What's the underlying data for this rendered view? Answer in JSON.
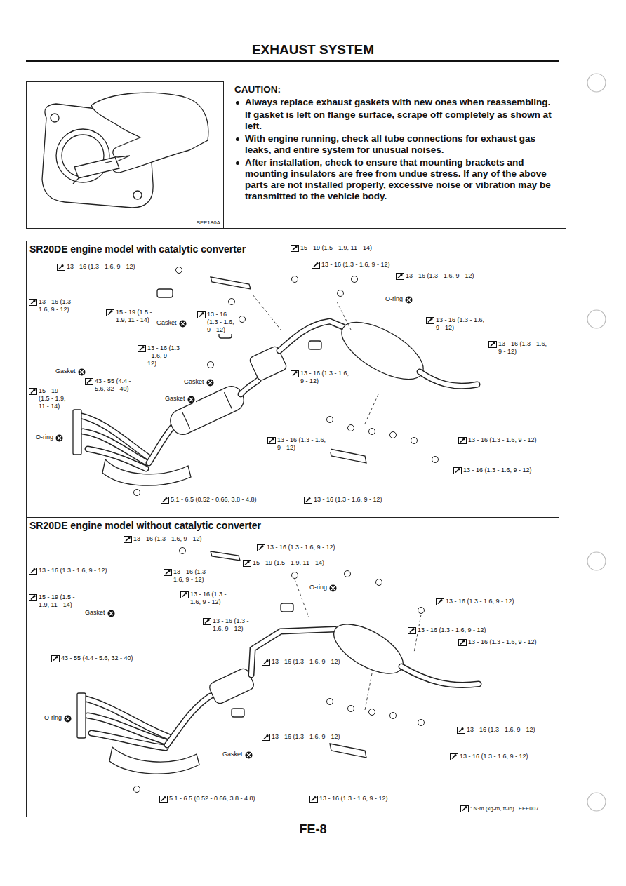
{
  "diagram": {
    "title": "EXHAUST SYSTEM",
    "nodes": [
      {
        "text": [
          "CAUTION:",
          "Always replace exhaust gaskets with new ones when reassembling.",
          "If gasket is left on flange surface, scrape off completely as shown at left.",
          "With engine running, check all tube connections for exhaust gas leaks, and entire system for unusual noises.",
          "After installation, check to ensure that mounting brackets and mounting insulators are free from undue stress. If any of the above parts are not installed properly, excessive noise or vibration may be transmitted to the vehicle body."
        ]
      },
      {
        "text": [
          "SFE180A"
        ],
        "in": 0
      },
      {
        "text": [
          "SR20DE engine model with catalytic converter"
        ]
      },
      {
        "text": [
          "SR20DE engine model without catalytic converter"
        ]
      }
    ],
    "labels": [
      "15 - 19 (1.5 - 1.9, 11 - 14)",
      "13 - 16 (1.3 - 1.6, 9 - 12)",
      "13 - 16 (1.3 - 1.6, 9 - 12)",
      "13 - 16 (1.3 - 1.6, 9 - 12)",
      "O-ring",
      "13 - 16 (1.3 - 1.6, 9 - 12)",
      "15 - 19 (1.5 - 1.9, 11 - 14)",
      "Gasket",
      "13 - 16 (1.3 - 1.6, 9 - 12)",
      "13 - 16 (1.3 - 1.6, 9 - 12)",
      "13 - 16 (1.3 - 1.6, 9 - 12)",
      "13 - 16 (1.3 - 1.6, 9 - 12)",
      "Gasket",
      "43 - 55 (4.4 - 5.6, 32 - 40)",
      "Gasket",
      "Gasket",
      "13 - 16 (1.3 - 1.6, 9 - 12)",
      "15 - 19 (1.5 - 1.9, 11 - 14)",
      "O-ring",
      "13 - 16 (1.3 - 1.6, 9 - 12)",
      "13 - 16 (1.3 - 1.6, 9 - 12)",
      "13 - 16 (1.3 - 1.6, 9 - 12)",
      "5.1 - 6.5 (0.52 - 0.66, 3.8 - 4.8)",
      "13 - 16 (1.3 - 1.6, 9 - 12)",
      "13 - 16 (1.3 - 1.6, 9 - 12)",
      "13 - 16 (1.3 - 1.6, 9 - 12)",
      "13 - 16 (1.3 - 1.6, 9 - 12)",
      "15 - 19 (1.5 - 1.9, 11 - 14)",
      "13 - 16 (1.3 - 1.6, 9 - 12)",
      "13 - 16 (1.3 - 1.6, 9 - 12)",
      "13 - 16 (1.3 - 1.6, 9 - 12)",
      "15 - 19 (1.5 - 1.9, 11 - 14)",
      "O-ring",
      "13 - 16 (1.3 - 1.6, 9 - 12)",
      "Gasket",
      "13 - 16 (1.3 - 1.6, 9 - 12)",
      "13 - 16 (1.3 - 1.6, 9 - 12)",
      "43 - 55 (4.4 - 5.6, 32 - 40)",
      "13 - 16 (1.3 - 1.6, 9 - 12)",
      "O-ring",
      "13 - 16 (1.3 - 1.6, 9 - 12)",
      "13 - 16 (1.3 - 1.6, 9 - 12)",
      "Gasket",
      "13 - 16 (1.3 - 1.6, 9 - 12)",
      "5.1 - 6.5 (0.52 - 0.66, 3.8 - 4.8)",
      "13 - 16 (1.3 - 1.6, 9 - 12)",
      "EFE007",
      "FE-8"
    ],
    "legend": [
      {
        "text": ": N·m (kg-m, ft-lb)"
      }
    ]
  }
}
